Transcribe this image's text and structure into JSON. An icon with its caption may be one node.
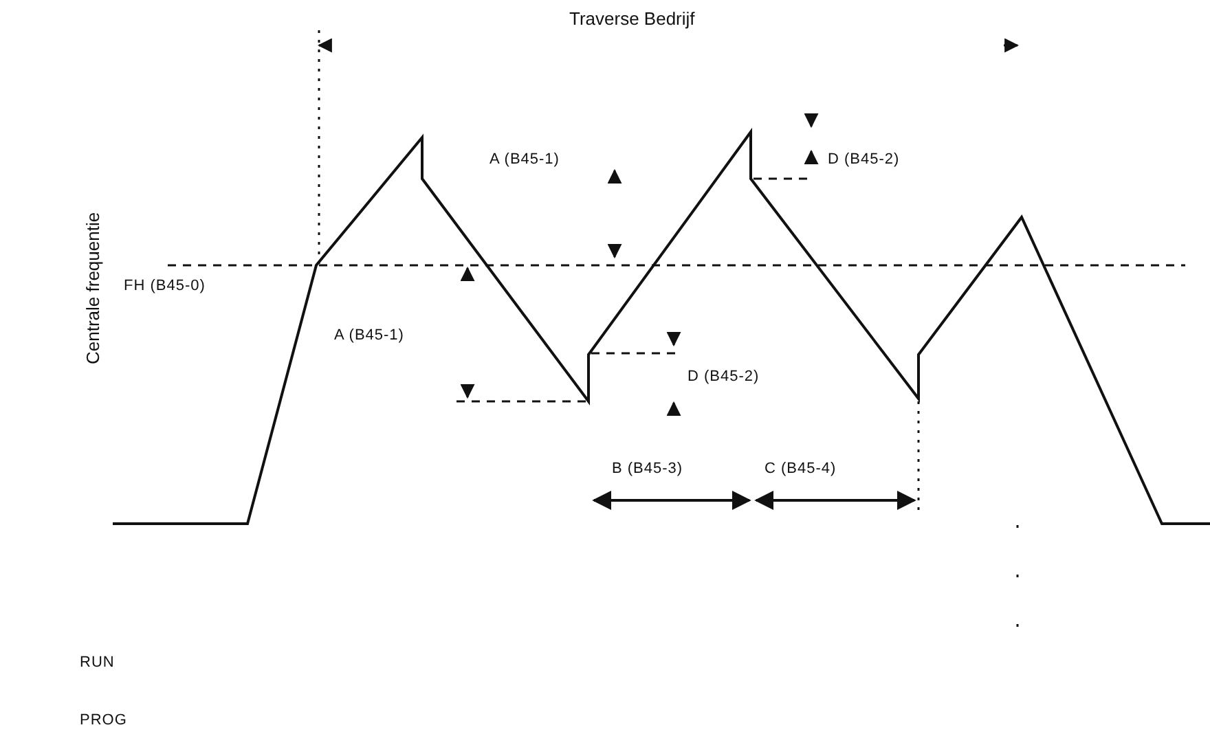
{
  "diagram": {
    "title": "Traverse Bedrijf",
    "labels": [
      "Centrale frequentie",
      "A (B45-1)",
      "D (B45-2)",
      "FH (B45-0)",
      "A (B45-1)",
      "D (B45-2)",
      "B (B45-3)",
      "C (B45-4)",
      "RUN",
      "PROG"
    ]
  }
}
